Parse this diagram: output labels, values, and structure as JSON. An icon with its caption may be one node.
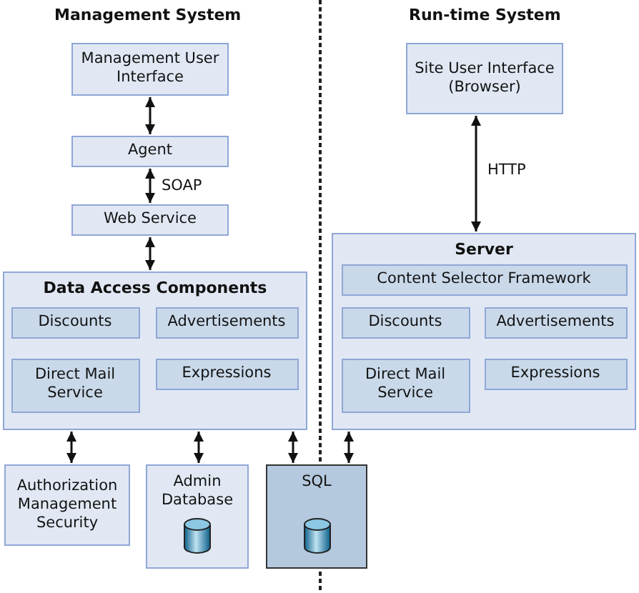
{
  "diagram": {
    "nodes": [
      {
        "text": [
          "Management User Interface"
        ]
      },
      {
        "text": [
          "Agent"
        ]
      },
      {
        "text": [
          "Web Service"
        ]
      },
      {
        "text": [
          "Data Access Components"
        ]
      },
      {
        "text": [
          "Discounts"
        ],
        "in": 3
      },
      {
        "text": [
          "Advertisements"
        ],
        "in": 3
      },
      {
        "text": [
          "Direct Mail Service"
        ],
        "in": 3
      },
      {
        "text": [
          "Expressions"
        ],
        "in": 3
      },
      {
        "text": [
          "Authorization Management Security"
        ]
      },
      {
        "text": [
          "Admin Database"
        ]
      },
      {
        "text": [
          "SQL"
        ]
      },
      {
        "text": [
          "Site User Interface (Browser)"
        ]
      },
      {
        "text": [
          "Server"
        ]
      },
      {
        "text": [
          "Content Selector Framework"
        ],
        "in": 12
      },
      {
        "text": [
          "Discounts"
        ],
        "in": 12
      },
      {
        "text": [
          "Advertisements"
        ],
        "in": 12
      },
      {
        "text": [
          "Direct Mail Service"
        ],
        "in": 12
      },
      {
        "text": [
          "Expressions"
        ],
        "in": 12
      }
    ],
    "edges": [
      {
        "from": 0,
        "to": 1,
        "arrow": "both"
      },
      {
        "from": 1,
        "to": 2,
        "arrow": "both",
        "label": "SOAP"
      },
      {
        "from": 2,
        "to": 3,
        "arrow": "both"
      },
      {
        "from": 3,
        "to": 8,
        "arrow": "both"
      },
      {
        "from": 3,
        "to": 9,
        "arrow": "both"
      },
      {
        "from": 3,
        "to": 10,
        "arrow": "both"
      },
      {
        "from": 11,
        "to": 12,
        "arrow": "both",
        "label": "HTTP"
      },
      {
        "from": 12,
        "to": 10,
        "arrow": "both"
      }
    ],
    "labels": [
      "Management System",
      "Run-time System"
    ]
  }
}
